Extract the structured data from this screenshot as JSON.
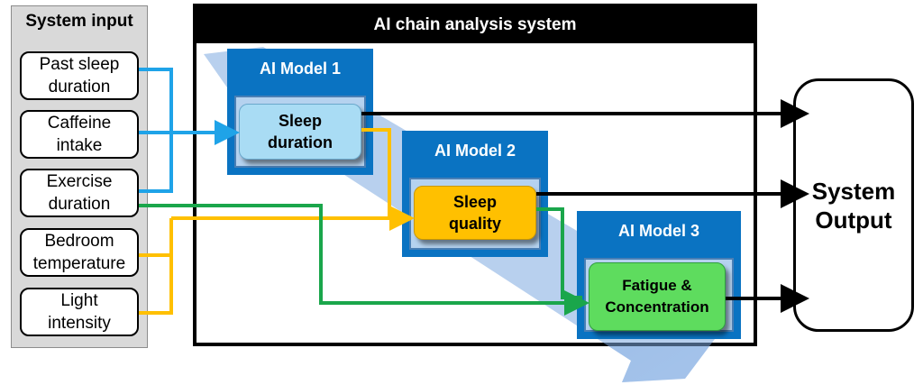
{
  "system_input": {
    "title": "System input",
    "items": [
      {
        "line1": "Past sleep",
        "line2": "duration"
      },
      {
        "line1": "Caffeine",
        "line2": "intake"
      },
      {
        "line1": "Exercise",
        "line2": "duration"
      },
      {
        "line1": "Bedroom",
        "line2": "temperature"
      },
      {
        "line1": "Light",
        "line2": "intensity"
      }
    ]
  },
  "chain": {
    "title": "AI chain analysis system",
    "models": [
      {
        "title": "AI Model 1",
        "node_line1": "Sleep",
        "node_line2": "duration",
        "node_color": "#a9dcf4"
      },
      {
        "title": "AI Model 2",
        "node_line1": "Sleep",
        "node_line2": "quality",
        "node_color": "#ffc000"
      },
      {
        "title": "AI Model 3",
        "node_line1": "Fatigue &",
        "node_line2": "Concentration",
        "node_color": "#5edc5e"
      }
    ]
  },
  "output": {
    "line1": "System",
    "line2": "Output"
  },
  "colors": {
    "blue_link": "#1fa3e8",
    "yellow_link": "#ffc000",
    "green_link": "#1aa64b",
    "model_blue": "#0a73c2",
    "flow_band": "#7ea9e0"
  }
}
